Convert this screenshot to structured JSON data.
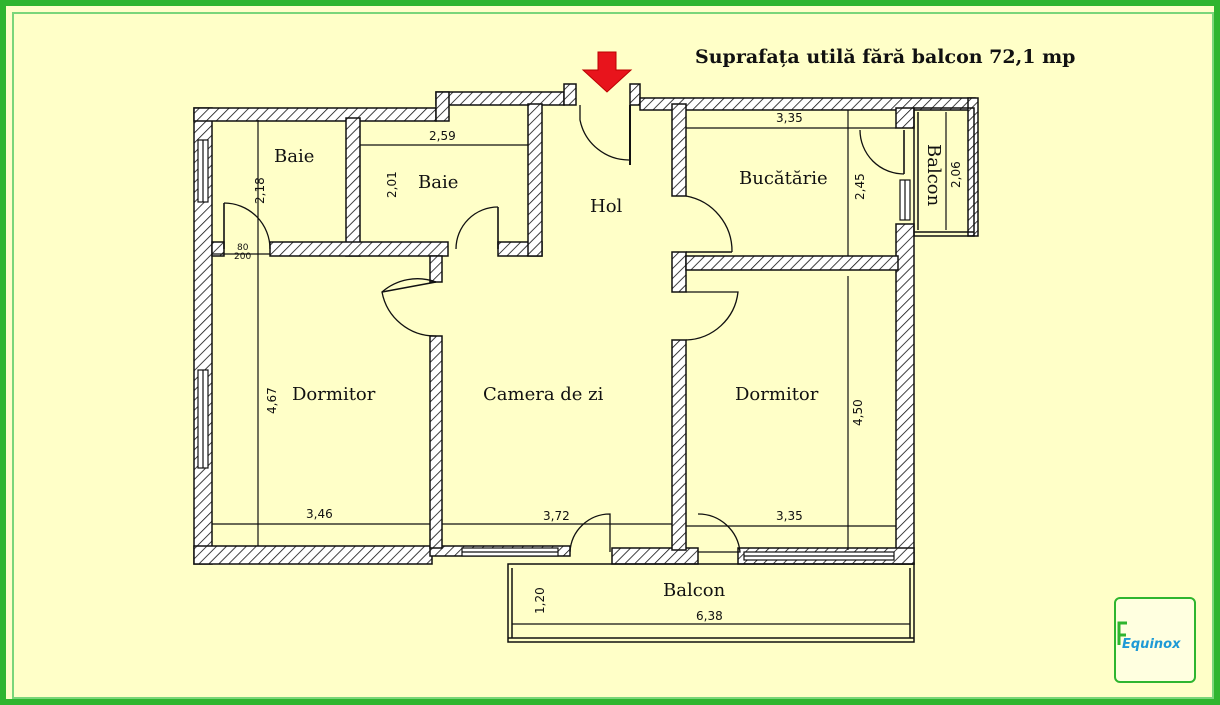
{
  "title": "Suprafața utilă fără balcon 72,1 mp",
  "rooms": {
    "baie_1": "Baie",
    "baie_2": "Baie",
    "hol": "Hol",
    "bucatarie": "Bucătărie",
    "balcon_side": "Balcon",
    "dormitor_left": "Dormitor",
    "camera_de_zi": "Camera de zi",
    "dormitor_right": "Dormitor",
    "balcon_bottom": "Balcon"
  },
  "dimensions": {
    "baie_2_width": "2,59",
    "baie_1_height": "2,18",
    "baie_2_height": "2,01",
    "door_width": "80",
    "door_height": "200",
    "bucatarie_width": "3,35",
    "bucatarie_height": "2,45",
    "balcon_side_height": "2,06",
    "dormitor_left_height": "4,67",
    "dormitor_left_width": "3,46",
    "camera_width": "3,72",
    "dormitor_right_width": "3,35",
    "dormitor_right_height": "4,50",
    "balcon_bottom_depth": "1,20",
    "balcon_bottom_width": "6,38"
  },
  "logo": {
    "text": "Equinox"
  },
  "icons": {
    "entrance": "entrance-arrow-icon"
  },
  "colors": {
    "background": "#ffffc8",
    "frame": "#2fb52f",
    "arrow": "#e8141c",
    "logo_text": "#1e9ad6"
  }
}
